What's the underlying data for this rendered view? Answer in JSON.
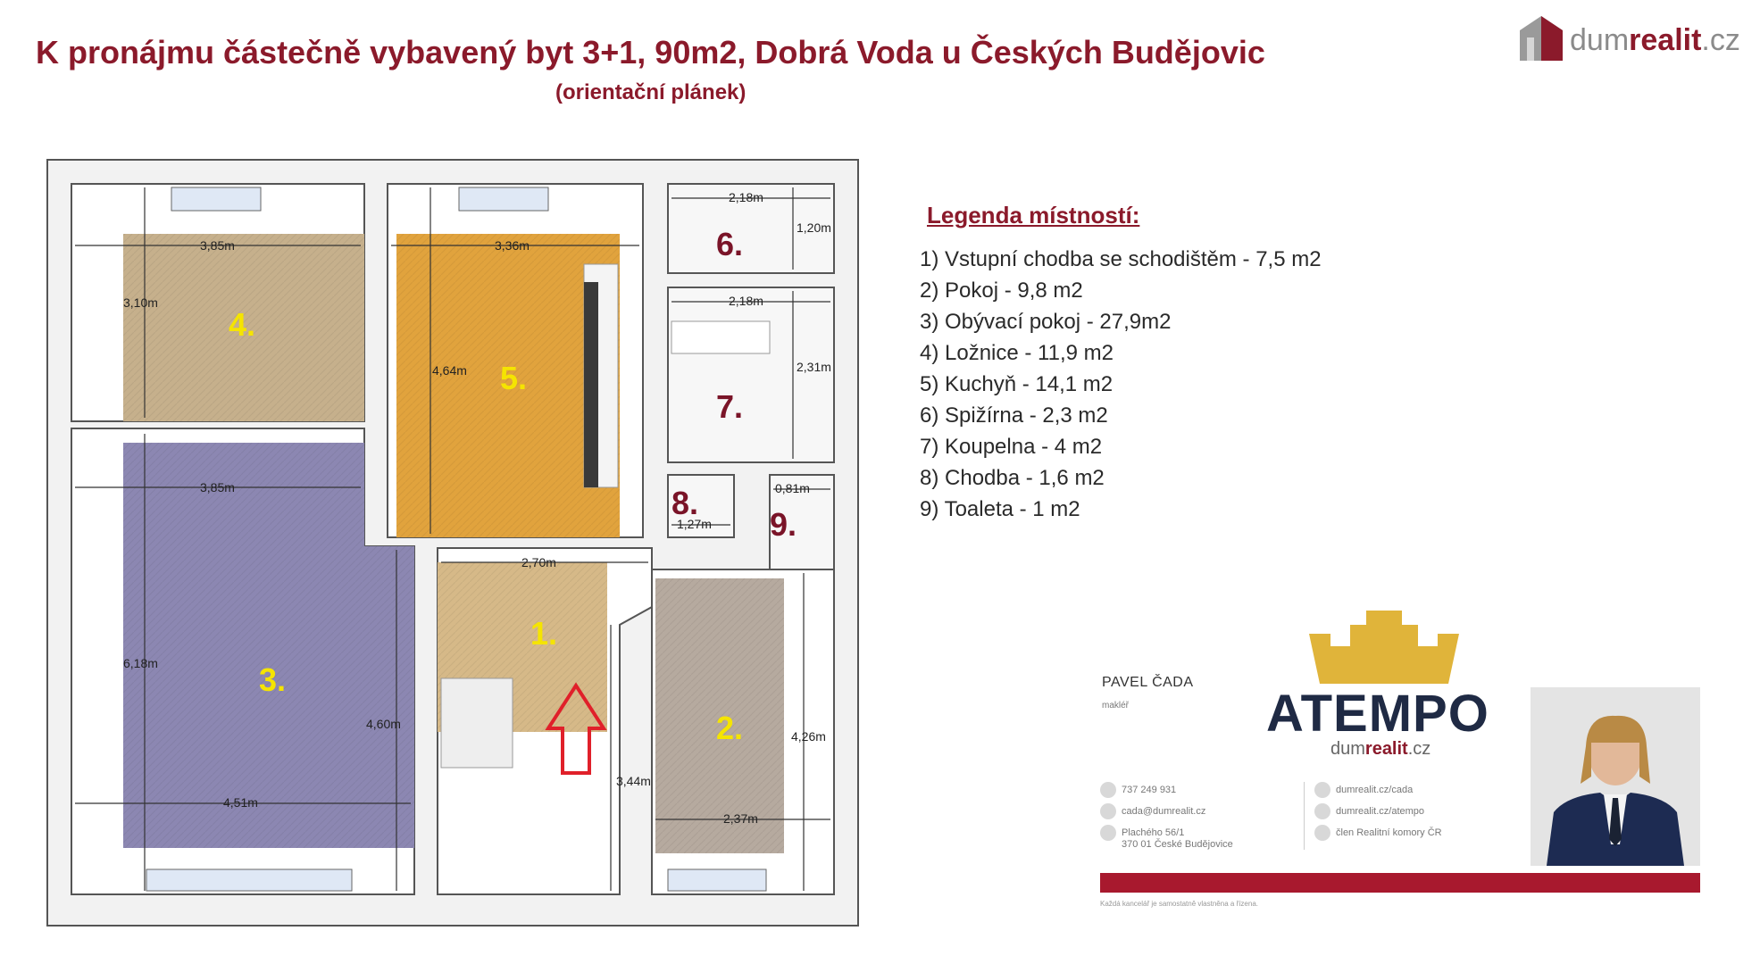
{
  "header": {
    "title": "K pronájmu částečně vybavený byt 3+1, 90m2, Dobrá Voda u Českých Budějovic",
    "subtitle": "(orientační plánek)"
  },
  "logo": {
    "part1": "dum",
    "part2": "realit",
    "part3": ".cz"
  },
  "floorplan": {
    "rooms": [
      "1.",
      "2.",
      "3.",
      "4.",
      "5.",
      "6.",
      "7.",
      "8.",
      "9."
    ],
    "dimensions": [
      "3,85m",
      "3,10m",
      "3,36m",
      "4,64m",
      "2,18m",
      "1,20m",
      "2,18m",
      "2,31m",
      "3,85m",
      "0,81m",
      "1,27m",
      "2,70m",
      "6,18m",
      "4,60m",
      "4,26m",
      "3,44m",
      "4,51m",
      "2,37m"
    ]
  },
  "legend": {
    "title": "Legenda místností:",
    "items": [
      "1) Vstupní chodba se schodištěm - 7,5 m2",
      "2) Pokoj - 9,8 m2",
      "3) Obývací pokoj - 27,9m2",
      "4) Ložnice - 11,9 m2",
      "5) Kuchyň - 14,1 m2",
      "6) Spižírna - 2,3 m2",
      "7) Koupelna - 4 m2",
      "8) Chodba - 1,6 m2",
      "9) Toaleta - 1 m2"
    ]
  },
  "card": {
    "name": "PAVEL ČADA",
    "role": "makléř",
    "brand": "ATEMPO",
    "brand_sub1": "dum",
    "brand_sub2": "realit",
    "brand_sub3": ".cz",
    "phone": "737 249 931",
    "email": "cada@dumrealit.cz",
    "address1": "Plachého 56/1",
    "address2": "370 01 České Budějovice",
    "web1": "dumrealit.cz/cada",
    "web2": "dumrealit.cz/atempo",
    "member": "člen Realitní komory ČR",
    "footer": "Každá kancelář je samostatně vlastněna a řízena."
  },
  "colors": {
    "brand_red": "#8b1a2b",
    "room_number_yellow": "#f5e400",
    "room_number_dark": "#7a1428",
    "arrow": "#e0202a",
    "brand_navy": "#1f2a44",
    "crown_gold": "#e0b43a"
  }
}
